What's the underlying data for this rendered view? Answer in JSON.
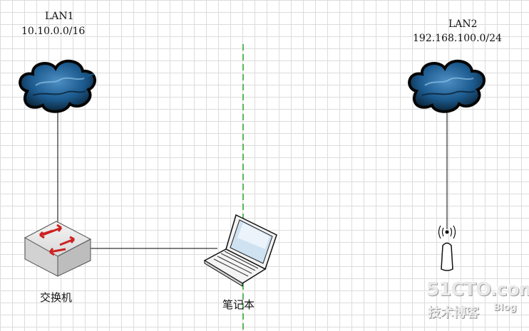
{
  "diagram": {
    "lan1": {
      "name": "LAN1",
      "subnet": "10.10.0.0/16"
    },
    "lan2": {
      "name": "LAN2",
      "subnet": "192.168.100.0/24"
    },
    "switch_label": "交换机",
    "laptop_label": "笔记本"
  },
  "watermark": {
    "main": "51CTO.com",
    "sub": "技术博客",
    "blog": "Blog"
  },
  "colors": {
    "cloud": "#1f5f94",
    "divider": "#2aa52a",
    "link": "#000000",
    "arrow": "#cc2222"
  }
}
